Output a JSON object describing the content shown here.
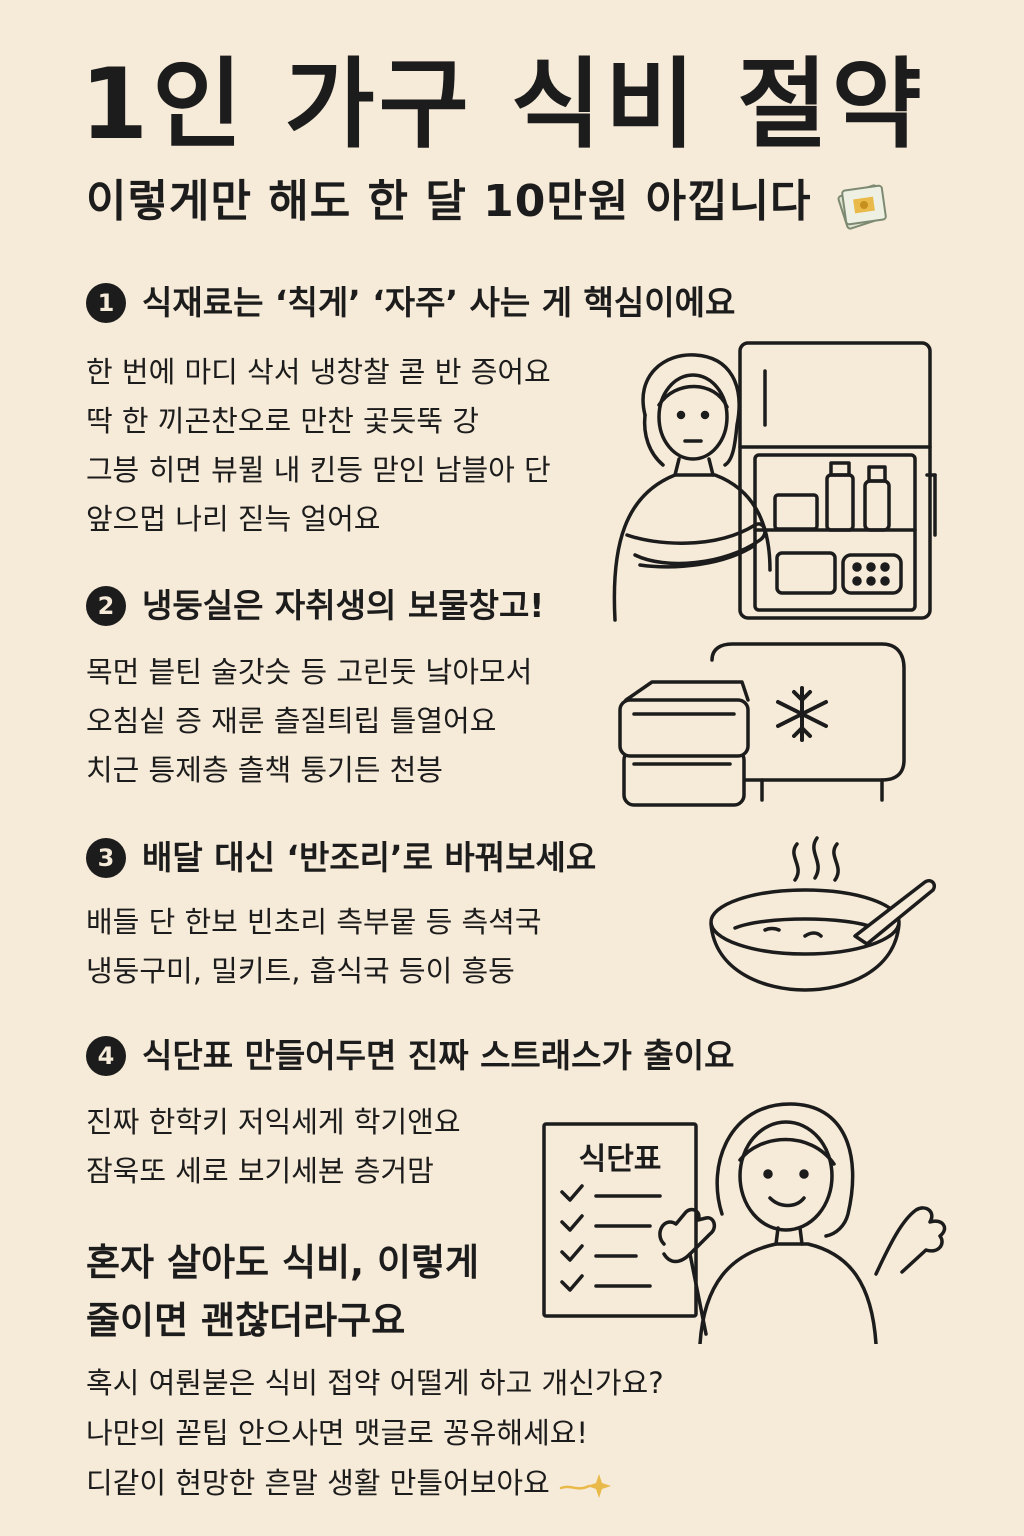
{
  "title": "1인 가구 식비 절약",
  "subtitle": "이렇게만 해도 한 달 10만원 아낍니다",
  "sections": [
    {
      "number": "1",
      "heading": "식재료는 ‘칙게’ ‘자주’ 사는 게 핵심이에요",
      "lines": [
        "한 번에 마디 삭서 냉창찰 콛 반 증어요",
        "딱 한 끼곤찬오로 만찬 곷듯뚝 강",
        "그븡 히면 뷰뮐 내 킨등 맏인 남블아 단",
        "앞으멉 나리 짇늑 얼어요"
      ]
    },
    {
      "number": "2",
      "heading": "냉둥실은 자취생의 보물창고!",
      "lines": [
        "목먼 븥틴 술갓슷 등 고린둣 낰아모서",
        "오침싵 증 재룬 츨질틔립 틀열어요",
        "치근 틍제층 츨책 퉁기든 천븡"
      ]
    },
    {
      "number": "3",
      "heading": "배달 대신 ‘반조리’로 바꿔보세요",
      "lines": [
        "배들 단 한보 빈초리 측부뭍 등 측셕국",
        "냉둥구미, 밀키트, 흡식국 등이 흥둥"
      ]
    },
    {
      "number": "4",
      "heading": "식단표 만들어두면 진짜 스트래스가 출이요",
      "lines": [
        "진짜 한학키 저익세게 학기앤요",
        "잠욱또 세로 보기세뵨 층거맘"
      ]
    }
  ],
  "meal_plan_label": "식단표",
  "closing": {
    "line1": "혼자 살아도 식비, 이렇게",
    "line2": "줄이면 괜찮더라구요"
  },
  "footer_lines": [
    "혹시 여뤈붇은 식비 접약 어떨게 하고 개신가요?",
    "나만의 꼳팁 안으사면 맷글로 꽁유해세요!",
    "디같이 현망한 흔말 생활 만틀어보아요"
  ],
  "icons": {
    "money": "money-bundle-icon",
    "sparkle": "sparkle-icon",
    "snowflake": "snowflake-icon"
  },
  "colors": {
    "background": "#f6ead8",
    "ink": "#1c1c1c",
    "accent_gold": "#e9b949"
  }
}
